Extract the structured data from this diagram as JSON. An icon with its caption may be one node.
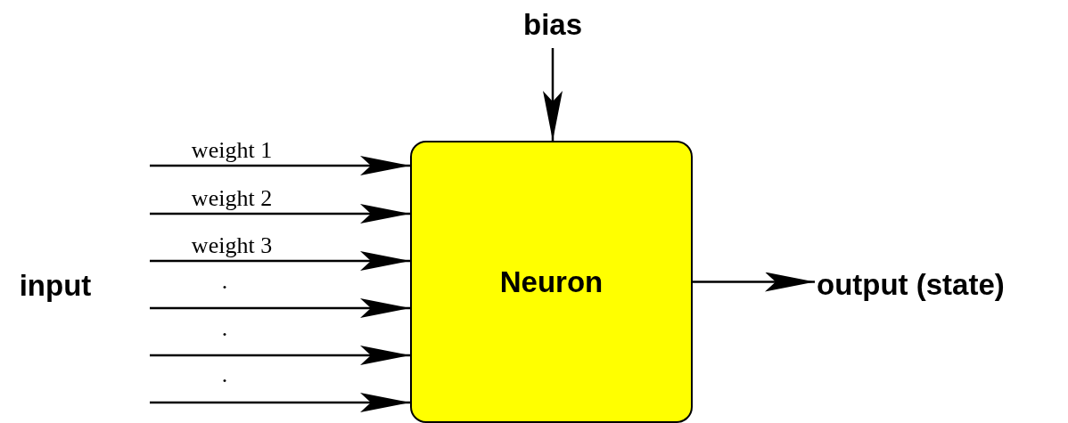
{
  "diagram": {
    "nodes": [
      {
        "text": [
          "bias"
        ]
      },
      {
        "text": [
          "Neuron"
        ]
      },
      {
        "text": [
          "output (state)"
        ]
      }
    ],
    "edges": [
      {
        "from": 0,
        "to": 1,
        "arrow": "to"
      },
      {
        "from": null,
        "to": 1,
        "arrow": "to",
        "label": "weight 1"
      },
      {
        "from": null,
        "to": 1,
        "arrow": "to",
        "label": "weight 2"
      },
      {
        "from": null,
        "to": 1,
        "arrow": "to",
        "label": "weight 3"
      },
      {
        "from": null,
        "to": 1,
        "arrow": "to"
      },
      {
        "from": null,
        "to": 1,
        "arrow": "to"
      },
      {
        "from": null,
        "to": 1,
        "arrow": "to"
      },
      {
        "from": 1,
        "to": 2,
        "arrow": "to"
      }
    ],
    "labels": [
      "input",
      ".",
      ".",
      "."
    ]
  }
}
